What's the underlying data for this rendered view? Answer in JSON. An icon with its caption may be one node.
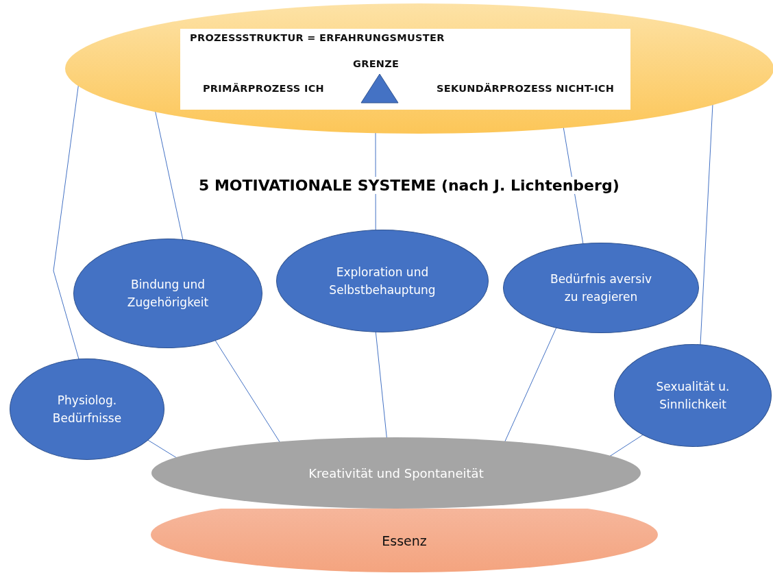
{
  "diagram": {
    "title": "5 MOTIVATIONALE SYSTEME (nach J. Lichtenberg)",
    "nodes": [
      {
        "text": [],
        "shape": "circle"
      },
      {
        "text": [
          "PROZESSSTRUKTUR = ERFAHRUNGSMUSTER",
          "GRENZE",
          "PRIMÄRPROZESS ICH",
          "SEKUNDÄRPROZESS NICHT-ICH"
        ],
        "in": 0
      },
      {
        "text": [
          "Bindung und Zugehörigkeit"
        ]
      },
      {
        "text": [
          "Exploration und Selbstbehauptung"
        ]
      },
      {
        "text": [
          "Bedürfnis aversiv zu reagieren"
        ]
      },
      {
        "text": [
          "Physiolog. Bedürfnisse"
        ]
      },
      {
        "text": [
          "Sexualität u. Sinnlichkeit"
        ]
      },
      {
        "text": [
          "Kreativität und Spontaneität"
        ]
      },
      {
        "text": [
          "Essenz"
        ]
      }
    ],
    "edges": [
      {
        "from": 0,
        "to": 2,
        "arrow": "none"
      },
      {
        "from": 0,
        "to": 3,
        "arrow": "none"
      },
      {
        "from": 0,
        "to": 4,
        "arrow": "none"
      },
      {
        "from": 0,
        "to": 5,
        "arrow": "none"
      },
      {
        "from": 0,
        "to": 6,
        "arrow": "none"
      },
      {
        "from": 2,
        "to": 7,
        "arrow": "none"
      },
      {
        "from": 3,
        "to": 7,
        "arrow": "none"
      },
      {
        "from": 4,
        "to": 7,
        "arrow": "none"
      },
      {
        "from": 5,
        "to": 7,
        "arrow": "none"
      },
      {
        "from": 6,
        "to": 7,
        "arrow": "none"
      }
    ]
  }
}
